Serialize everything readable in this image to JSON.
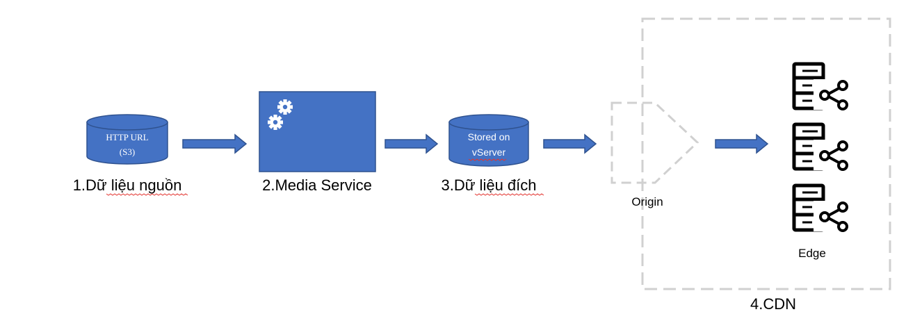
{
  "colors": {
    "shape_fill": "#4472C4",
    "shape_stroke": "#2F528F",
    "dashed_border": "#D0D0D0",
    "icon": "#000000",
    "spellcheck": "#E3342F"
  },
  "nodes": {
    "source_db": {
      "line1": "HTTP URL",
      "line2": "(S3)",
      "caption": "1.Dữ liệu nguồn",
      "icon": "database-cylinder"
    },
    "media_service": {
      "caption": "2.Media Service",
      "icon": "gears-icon"
    },
    "dest_db": {
      "line1": "Stored on",
      "line2": "vServer",
      "caption": "3.Dữ liệu đích",
      "icon": "database-cylinder"
    },
    "origin": {
      "label": "Origin",
      "icon": "pentagon-outline"
    },
    "edge": {
      "label": "Edge",
      "icon": "server-share-icon",
      "count": 3
    },
    "cdn": {
      "caption": "4.CDN"
    }
  }
}
